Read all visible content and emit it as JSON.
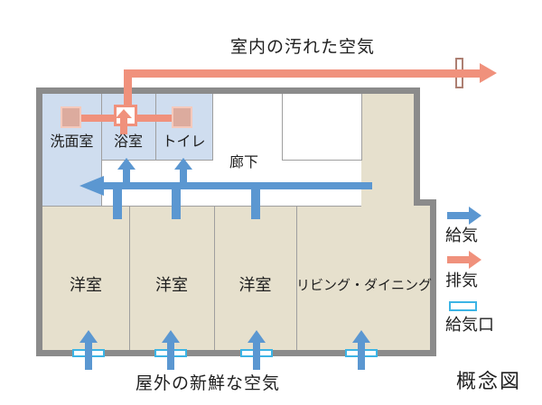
{
  "diagram": {
    "title_top": "室内の汚れた空気",
    "title_bottom": "屋外の新鮮な空気",
    "caption": "概念図"
  },
  "rooms": {
    "washroom": "洗面室",
    "bathroom": "浴室",
    "toilet": "トイレ",
    "corridor": "廊下",
    "bedroom": "洋室",
    "living": "リビング・ダイニング"
  },
  "legend": {
    "supply_label": "給気",
    "exhaust_label": "排気",
    "inlet_label": "給気口"
  },
  "colors": {
    "wall": "#8b8b8b",
    "line": "#9f9f9f",
    "wet": "#cfddef",
    "beige": "#e6e0cd",
    "blue": "#5b97d1",
    "salmon": "#f0917c",
    "cyan": "#3cb4e5",
    "grille": "#dcab9e",
    "grilleBorder": "#f5c9bb",
    "ventBorder": "#ad7f72",
    "ink": "#1f1f1f"
  }
}
